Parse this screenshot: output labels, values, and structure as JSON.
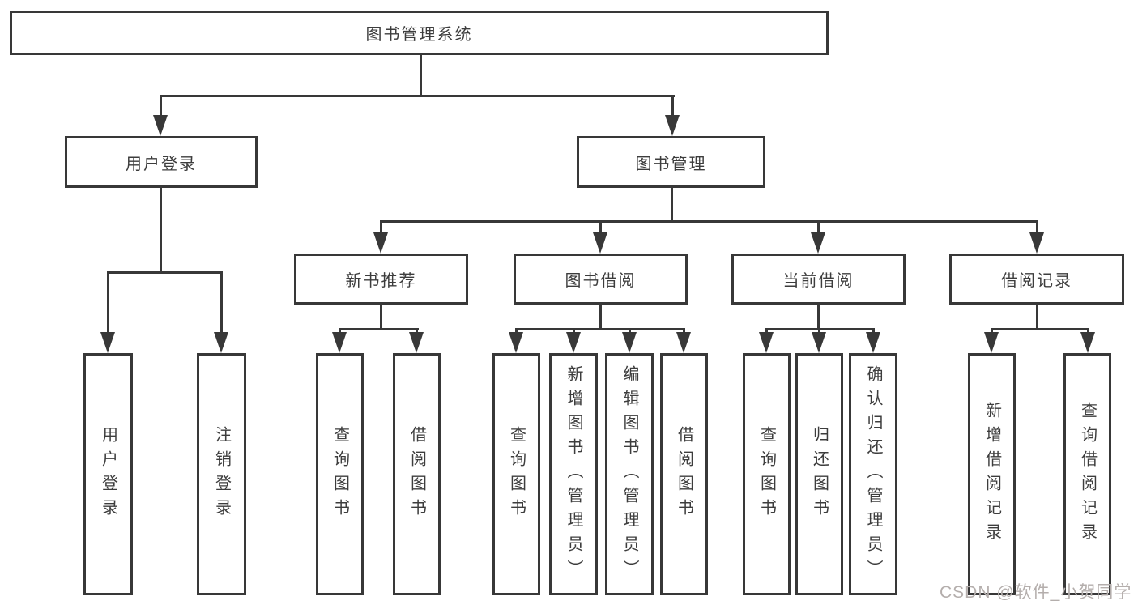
{
  "tree": {
    "root": {
      "label": "图书管理系统",
      "children": [
        {
          "label": "用户登录",
          "children": [
            {
              "label": "用户登录"
            },
            {
              "label": "注销登录"
            }
          ]
        },
        {
          "label": "图书管理",
          "children": [
            {
              "label": "新书推荐",
              "children": [
                {
                  "label": "查询图书"
                },
                {
                  "label": "借阅图书"
                }
              ]
            },
            {
              "label": "图书借阅",
              "children": [
                {
                  "label": "查询图书"
                },
                {
                  "label": "新增图书（管理员）"
                },
                {
                  "label": "编辑图书（管理员）"
                },
                {
                  "label": "借阅图书"
                }
              ]
            },
            {
              "label": "当前借阅",
              "children": [
                {
                  "label": "查询图书"
                },
                {
                  "label": "归还图书"
                },
                {
                  "label": "确认归还（管理员）"
                }
              ]
            },
            {
              "label": "借阅记录",
              "children": [
                {
                  "label": "新增借阅记录"
                },
                {
                  "label": "查询借阅记录"
                }
              ]
            }
          ]
        }
      ]
    }
  },
  "watermark": {
    "text": "CSDN @软件_小贺同学"
  },
  "colors": {
    "line": "#383838",
    "text": "#3d3d3d",
    "bg": "#ffffff",
    "watermark": "#b4aeac"
  }
}
